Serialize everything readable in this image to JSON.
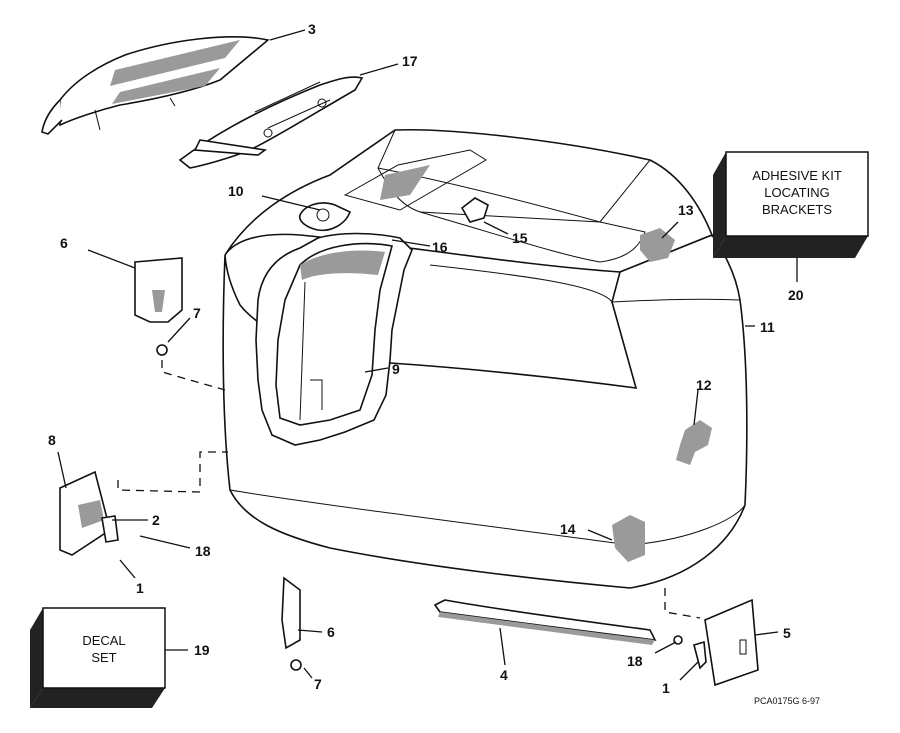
{
  "callouts": {
    "c1a": "1",
    "c1b": "1",
    "c2": "2",
    "c3": "3",
    "c4": "4",
    "c5": "5",
    "c6a": "6",
    "c6b": "6",
    "c7a": "7",
    "c7b": "7",
    "c8": "8",
    "c9": "9",
    "c10": "10",
    "c11": "11",
    "c12": "12",
    "c13": "13",
    "c14": "14",
    "c15": "15",
    "c16": "16",
    "c17": "17",
    "c18a": "18",
    "c18b": "18",
    "c19": "19",
    "c20": "20"
  },
  "boxes": {
    "adhesive_kit": [
      "ADHESIVE KIT",
      "LOCATING",
      "BRACKETS"
    ],
    "decal_set": [
      "DECAL",
      "SET"
    ]
  },
  "footer_code": "PCA0175G  6-97"
}
